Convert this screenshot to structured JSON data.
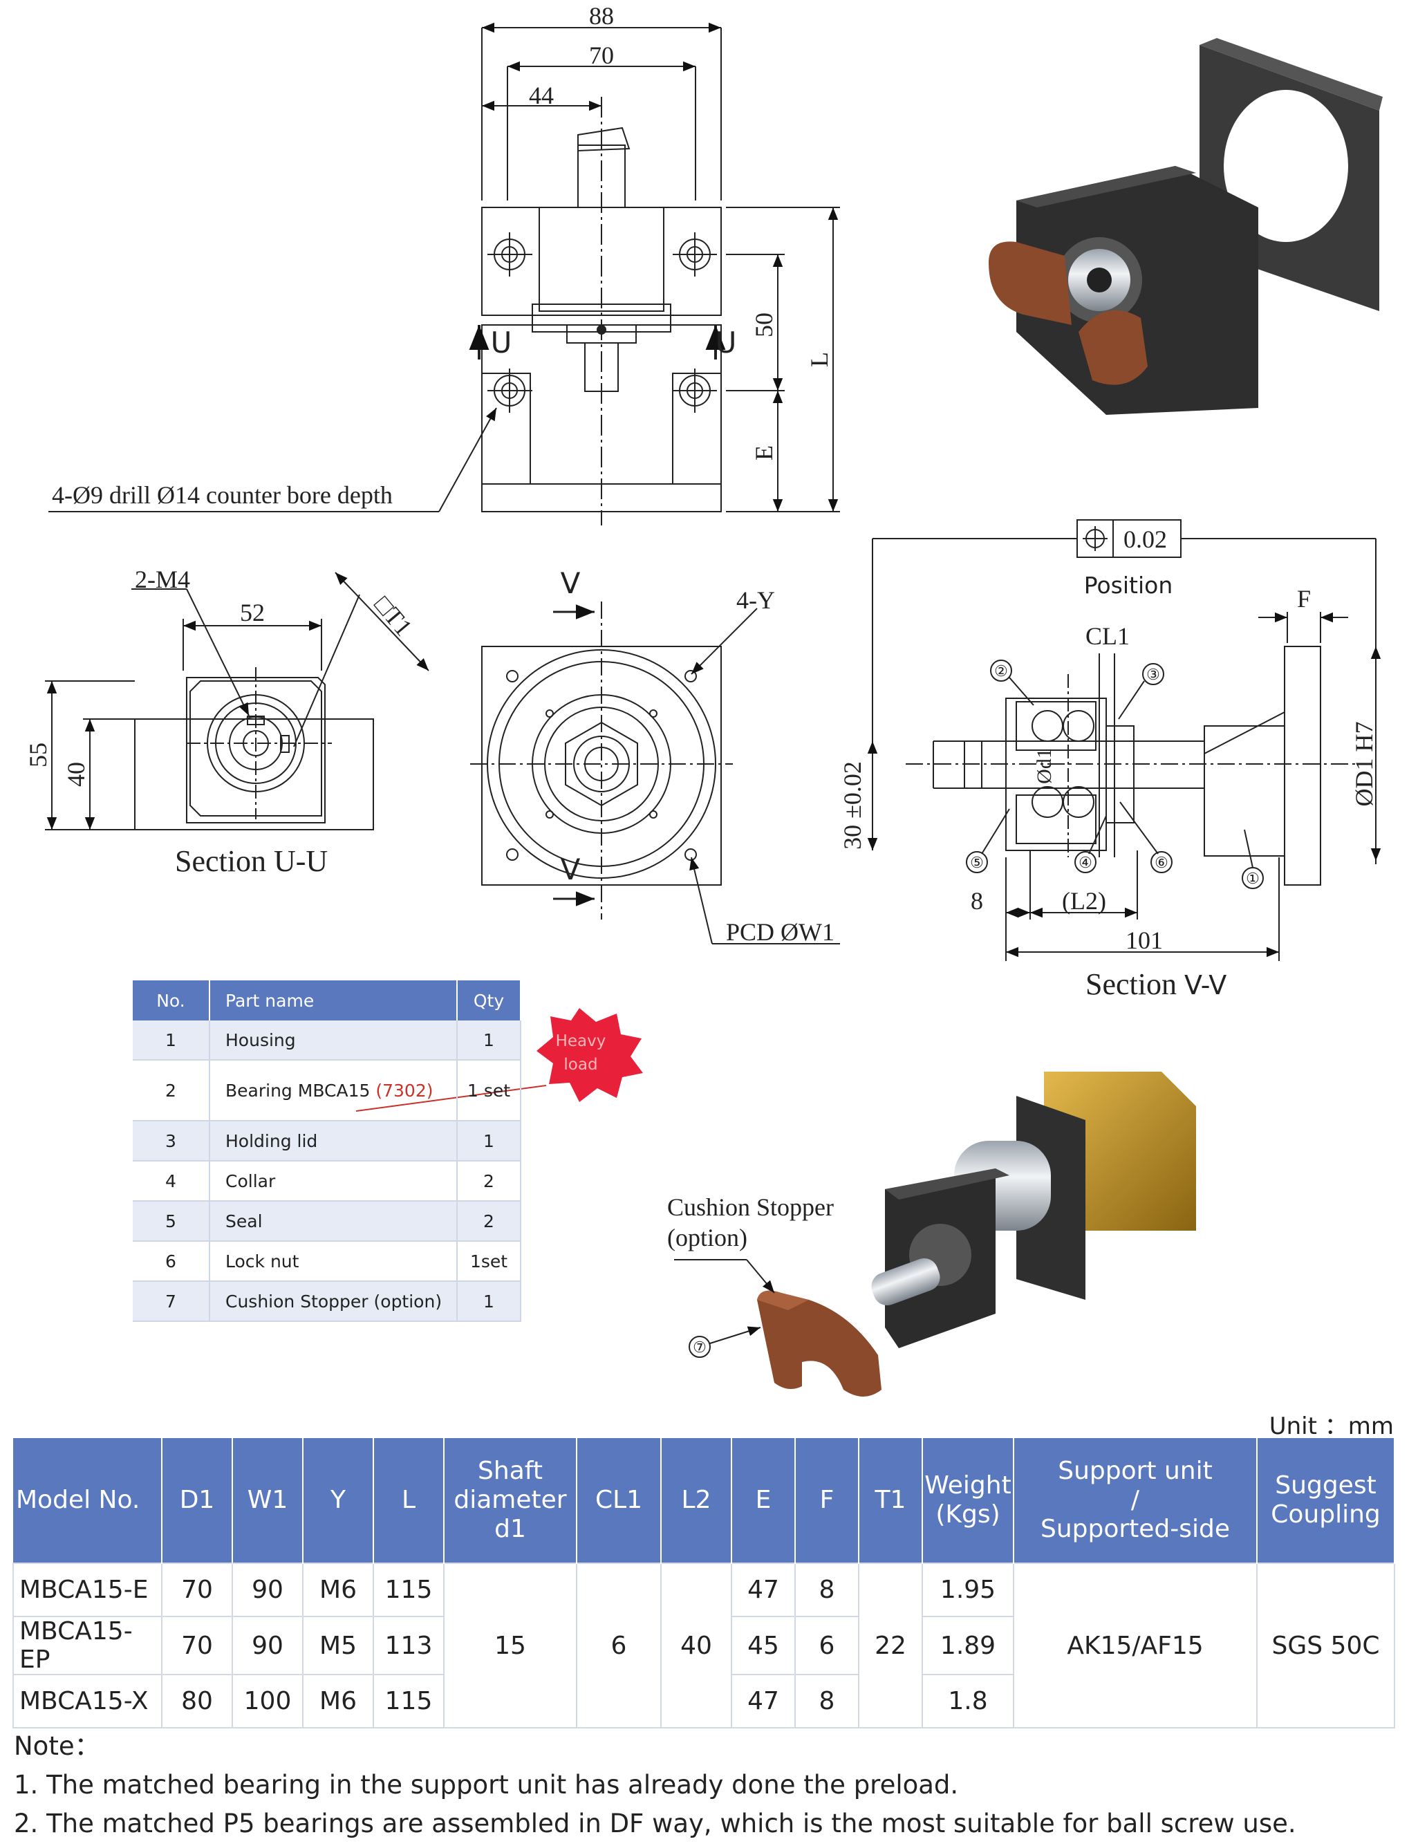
{
  "drawing": {
    "top_dims": {
      "d88": "88",
      "d70": "70",
      "d44": "44",
      "d50": "50",
      "dL": "L",
      "dE": "E"
    },
    "section_mark_u": "U",
    "section_mark_v": "V",
    "hole_note": "4-Ø9 drill Ø14 counter bore depth",
    "section_uu": {
      "title": "Section U-U",
      "m4": "2-M4",
      "d52": "52",
      "t1": "□T1",
      "d55": "55",
      "d40": "40"
    },
    "front": {
      "holes": "4-Y",
      "pcd": "PCD  ØW1"
    },
    "section_vv": {
      "title_a": "Section ",
      "title_b": "V-V",
      "tolerance": "0.02",
      "position": "Position",
      "cl1": "CL1",
      "f": "F",
      "d1": "ØD1  H7",
      "dd1": "Ød1",
      "d30": "30 ±0.02",
      "d8": "8",
      "l2": "(L2)",
      "d101": "101",
      "callouts": [
        "①",
        "②",
        "③",
        "④",
        "⑤",
        "⑥"
      ]
    },
    "cushion": {
      "label_a": "Cushion Stopper",
      "label_b": "(option)",
      "callout": "⑦"
    },
    "burst": {
      "line1": "Heavy",
      "line2": "load"
    }
  },
  "parts_table": {
    "headers": {
      "no": "No.",
      "name": "Part name",
      "qty": "Qty"
    },
    "rows": [
      {
        "no": "1",
        "name": "Housing",
        "qty": "1"
      },
      {
        "no": "2",
        "name": "Bearing",
        "sub": "MBCA15 ",
        "sub_red": "(7302)",
        "qty": "1 set"
      },
      {
        "no": "3",
        "name": "Holding lid",
        "qty": "1"
      },
      {
        "no": "4",
        "name": "Collar",
        "qty": "2"
      },
      {
        "no": "5",
        "name": "Seal",
        "qty": "2"
      },
      {
        "no": "6",
        "name": "Lock nut",
        "qty": "1set"
      },
      {
        "no": "7",
        "name": "Cushion Stopper (option)",
        "qty": "1"
      }
    ]
  },
  "unit_label": "Unit ：mm",
  "spec_table": {
    "headers": {
      "model": "Model No.",
      "d1": "D1",
      "w1": "W1",
      "y": "Y",
      "l": "L",
      "shaft_a": "Shaft",
      "shaft_b": "diameter",
      "shaft_c": "d1",
      "cl1": "CL1",
      "l2": "L2",
      "e": "E",
      "f": "F",
      "t1": "T1",
      "weight_a": "Weight",
      "weight_b": "(Kgs)",
      "support_a": "Support unit",
      "support_b": "/",
      "support_c": "Supported-side",
      "coupling_a": "Suggest",
      "coupling_b": "Coupling"
    },
    "rows": [
      {
        "model": "MBCA15-E",
        "d1": "70",
        "w1": "90",
        "y": "M6",
        "l": "115",
        "e": "47",
        "f": "8",
        "weight": "1.95"
      },
      {
        "model": "MBCA15-EP",
        "d1": "70",
        "w1": "90",
        "y": "M5",
        "l": "113",
        "e": "45",
        "f": "6",
        "weight": "1.89"
      },
      {
        "model": "MBCA15-X",
        "d1": "80",
        "w1": "100",
        "y": "M6",
        "l": "115",
        "e": "47",
        "f": "8",
        "weight": "1.8"
      }
    ],
    "shared": {
      "shaft": "15",
      "cl1": "6",
      "l2": "40",
      "t1": "22",
      "support": "AK15/AF15",
      "coupling": "SGS 50C"
    }
  },
  "notes": {
    "title": "Note：",
    "items": [
      "1. The matched bearing in the support unit has already done the preload.",
      "2. The matched P5 bearings are assembled in DF way, which is the most suitable for ball screw use."
    ]
  }
}
